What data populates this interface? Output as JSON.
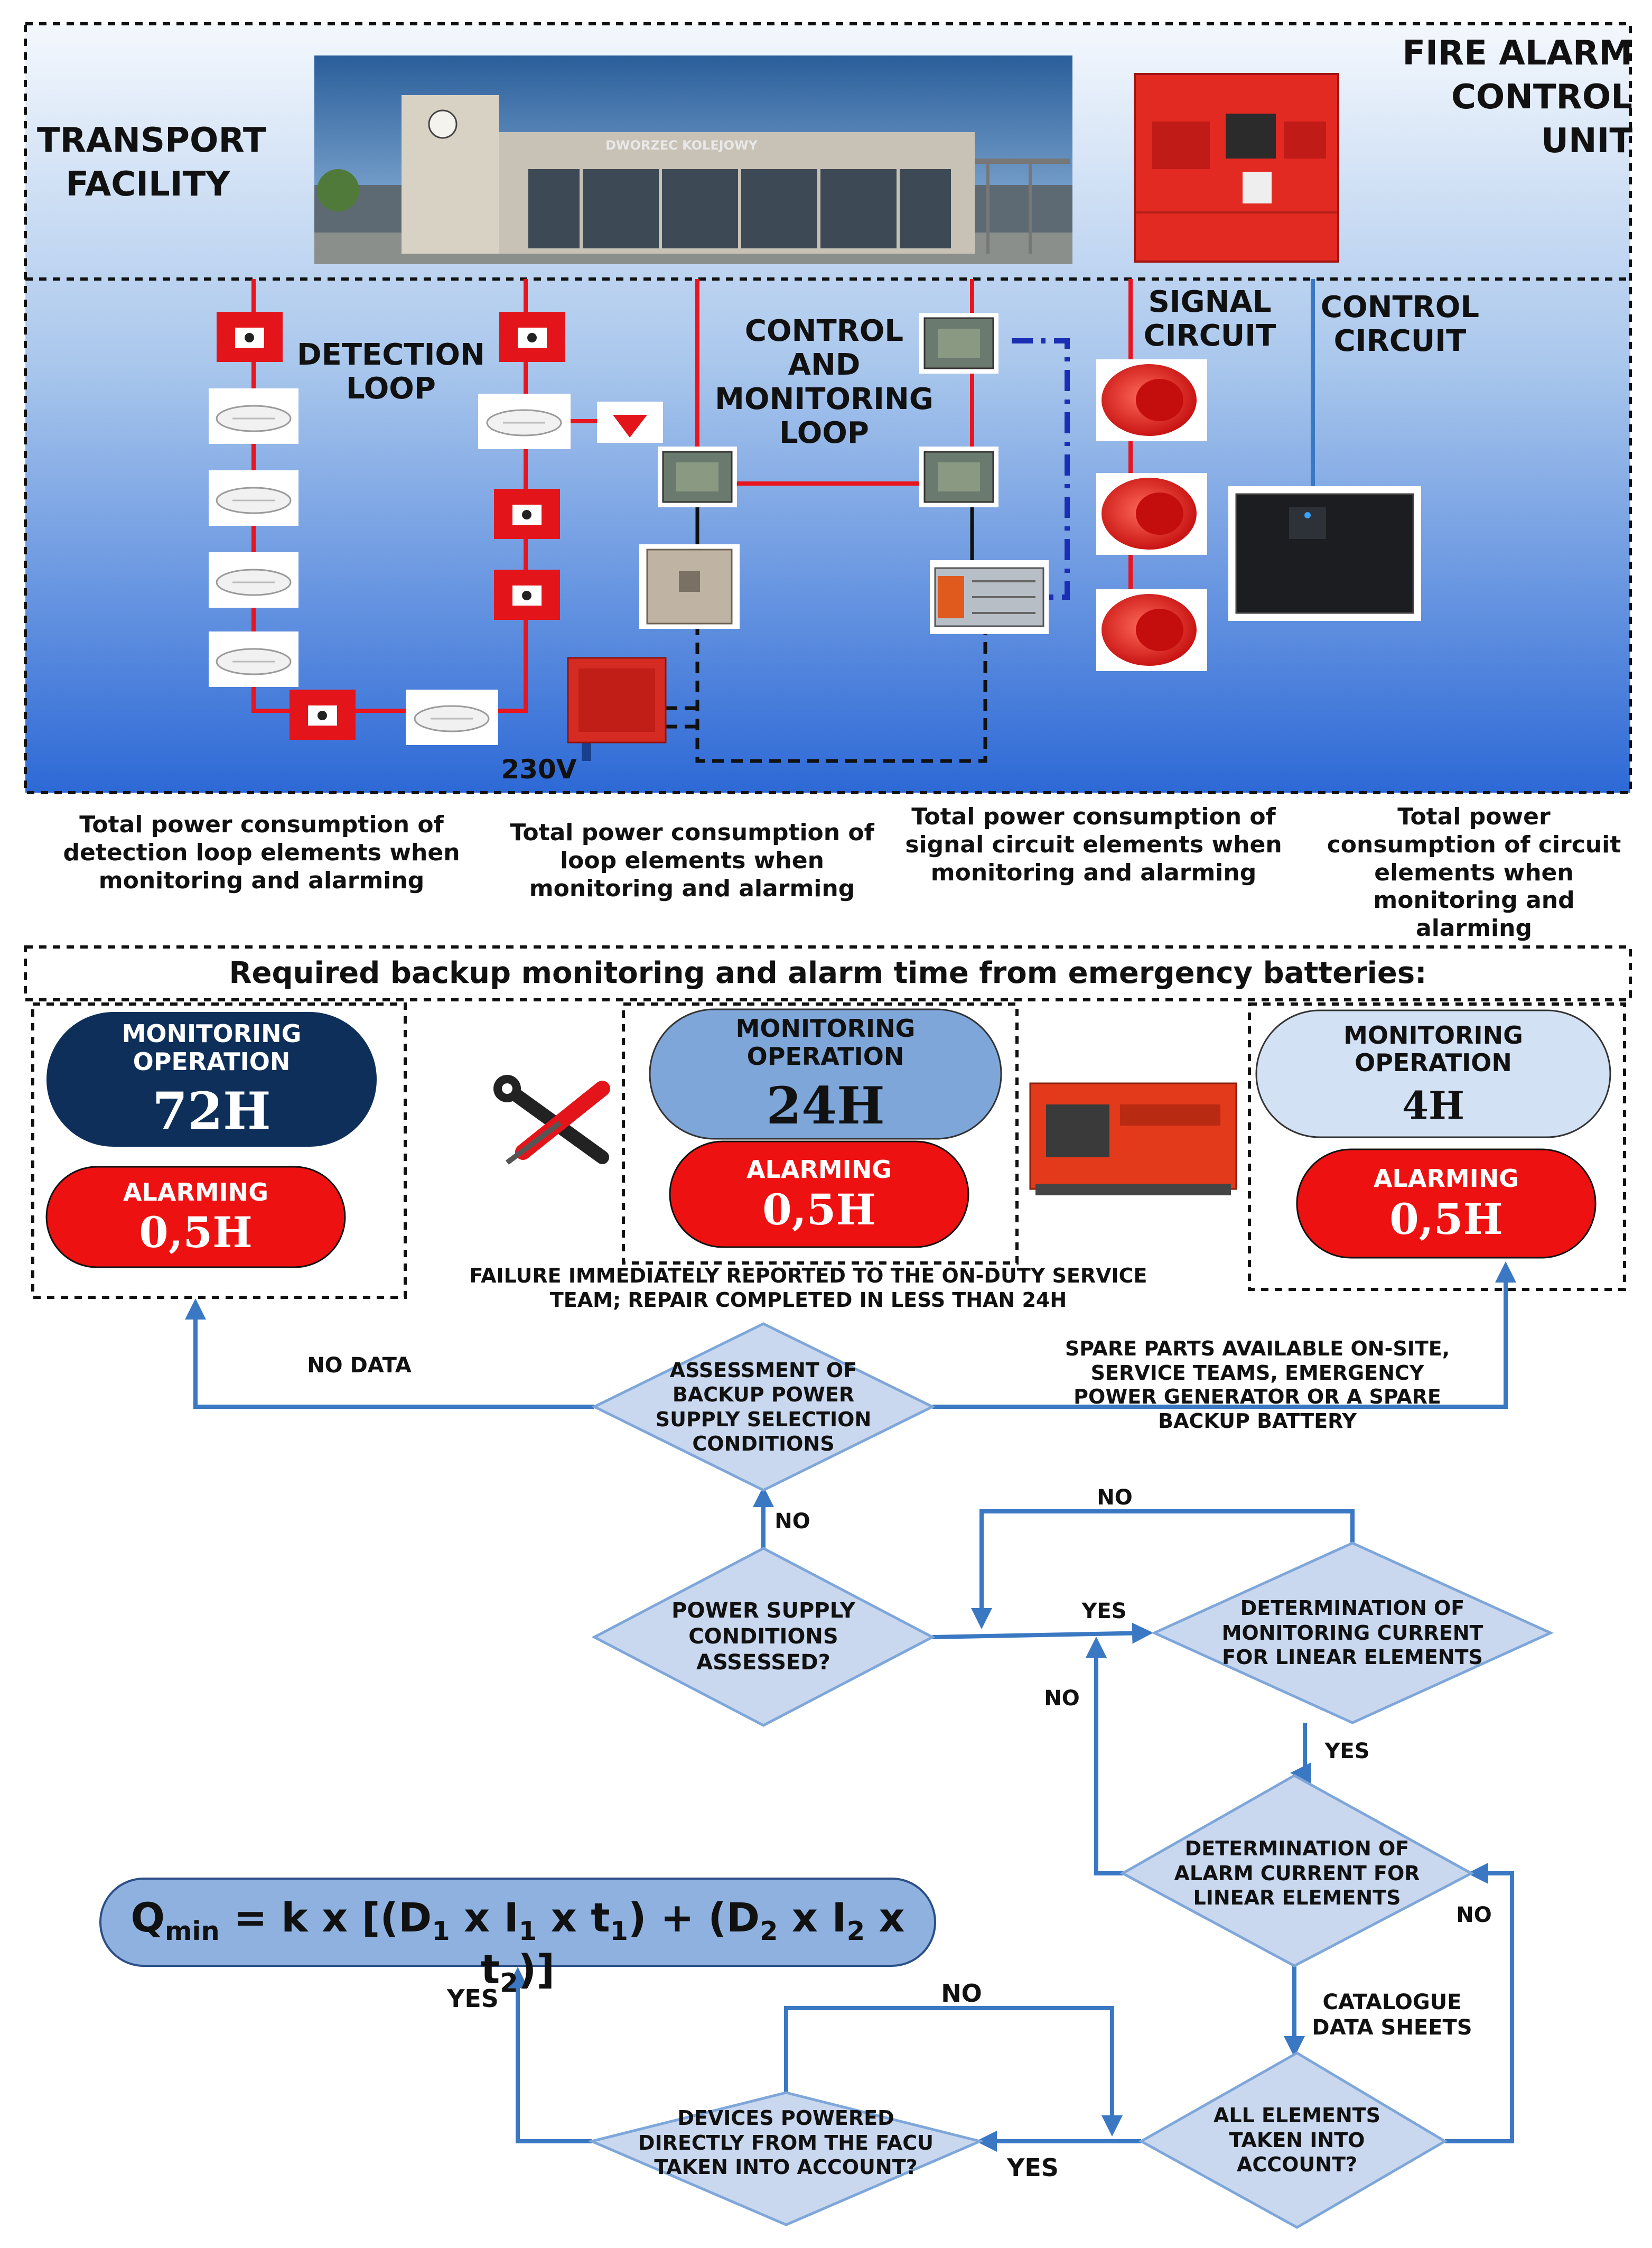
{
  "panel": {
    "transport_facility": "TRANSPORT FACILITY",
    "station_sign": "DWORZEC KOLEJOWY",
    "facu_title": "FIRE ALARM CONTROL UNIT",
    "detection_loop": "DETECTION LOOP",
    "control_monitoring_loop": "CONTROL AND MONITORING LOOP",
    "signal_circuit": "SIGNAL CIRCUIT",
    "control_circuit": "CONTROL CIRCUIT",
    "voltage": "230V"
  },
  "captions": [
    "Total power consumption of detection loop elements when monitoring and alarming",
    "Total power consumption of loop elements when monitoring and alarming",
    "Total power consumption of signal circuit elements when monitoring and alarming",
    "Total power consumption of circuit elements when monitoring and alarming"
  ],
  "backup": {
    "heading": "Required backup monitoring and alarm time from emergency batteries:",
    "options": [
      {
        "monitoring_label": "MONITORING OPERATION",
        "monitoring_value": "72H",
        "alarming_label": "ALARMING",
        "alarming_value": "0,5H",
        "color": "#0e2f5a"
      },
      {
        "monitoring_label": "MONITORING OPERATION",
        "monitoring_value": "24H",
        "alarming_label": "ALARMING",
        "alarming_value": "0,5H",
        "color": "#7ea6d9"
      },
      {
        "monitoring_label": "MONITORING OPERATION",
        "monitoring_value": "4H",
        "alarming_label": "ALARMING",
        "alarming_value": "0,5H",
        "color": "#d3e1f4"
      }
    ],
    "failure_note": "FAILURE IMMEDIATELY REPORTED TO THE ON-DUTY SERVICE TEAM; REPAIR COMPLETED IN LESS THAN 24H"
  },
  "flowchart": {
    "assessment": "ASSESSMENT OF BACKUP POWER SUPPLY SELECTION CONDITIONS",
    "no_data": "NO DATA",
    "spare_parts": "SPARE PARTS AVAILABLE ON-SITE, SERVICE TEAMS, EMERGENCY POWER GENERATOR OR A SPARE BACKUP BATTERY",
    "power_supply_question": "POWER SUPPLY CONDITIONS ASSESSED?",
    "monitoring_current": "DETERMINATION OF MONITORING CURRENT FOR LINEAR ELEMENTS",
    "alarm_current": "DETERMINATION OF ALARM CURRENT FOR LINEAR ELEMENTS",
    "all_elements": "ALL ELEMENTS TAKEN INTO ACCOUNT?",
    "devices_powered": "DEVICES POWERED DIRECTLY FROM THE FACU TAKEN INTO ACCOUNT?",
    "catalogue": "CATALOGUE DATA SHEETS",
    "yes": "YES",
    "no": "NO",
    "formula": "Qmin = k x [(D1 x I1 x t1) + (D2 x I2 x t2)]"
  },
  "colors": {
    "flow_blue": "#3a78c3",
    "diamond_fill": "#c9d8ee",
    "alarm_red": "#ee1111",
    "facu_red": "#e32a22",
    "loop_red": "#e8141e",
    "formula_fill": "#8fb1df"
  },
  "icons": [
    "station-building-icon",
    "facu-panel-icon",
    "manual-call-point-icon",
    "smoke-detector-icon",
    "io-module-icon",
    "sounder-icon",
    "control-panel-icon",
    "wrench-screwdriver-icon",
    "generator-icon",
    "power-supply-box-icon",
    "damper-icon"
  ]
}
